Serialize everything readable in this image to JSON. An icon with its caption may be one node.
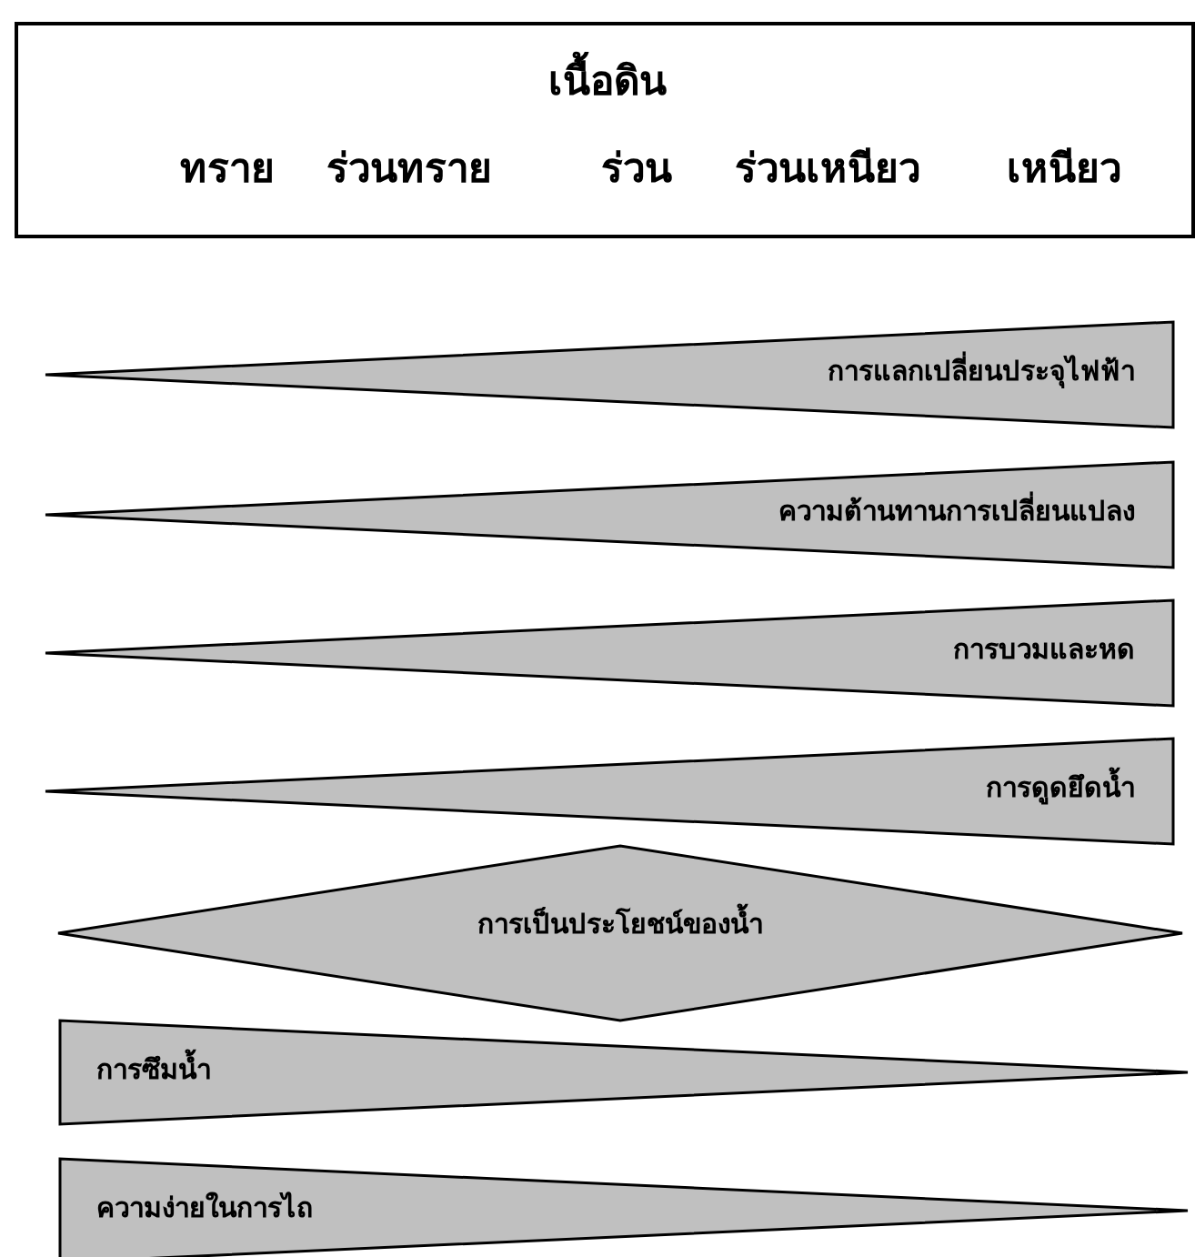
{
  "diagram": {
    "nodes": [
      {
        "text": [
          "เนื้อดิน",
          "ทราย",
          "ร่วนทราย",
          "ร่วน",
          "ร่วนเหนียว",
          "เหนียว"
        ]
      },
      {
        "text": [
          "การแลกเปลี่ยนประจุไฟฟ้า"
        ]
      },
      {
        "text": [
          "ความต้านทานการเปลี่ยนแปลง"
        ]
      },
      {
        "text": [
          "การบวมและหด"
        ]
      },
      {
        "text": [
          "การดูดยึดน้ำ"
        ]
      },
      {
        "text": [
          "การเป็นประโยชน์ของน้ำ"
        ]
      },
      {
        "text": [
          "การซึมน้ำ"
        ]
      },
      {
        "text": [
          "ความง่ายในการไถ"
        ]
      }
    ]
  }
}
